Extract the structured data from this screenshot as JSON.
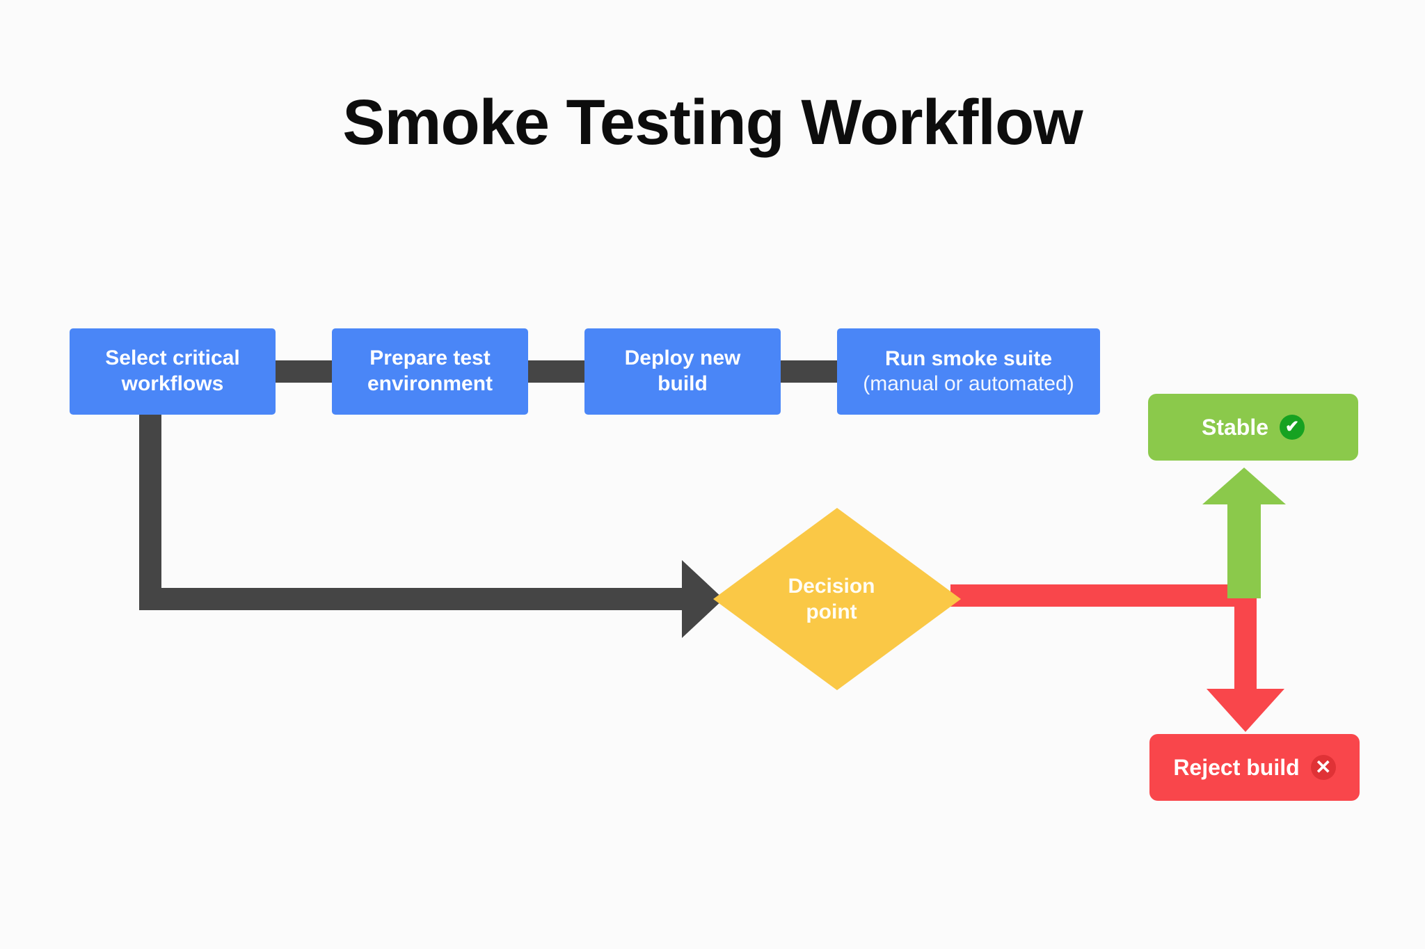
{
  "title": "Smoke Testing Workflow",
  "background_color": "#fbfbfb",
  "colors": {
    "process_blue": "#4a86f7",
    "connector_gray": "#454545",
    "decision_amber": "#fac846",
    "success_green": "#8bc94b",
    "success_badge_green": "#16a221",
    "failure_red": "#f9464b",
    "failure_badge_red": "#e03236",
    "node_text": "#ffffff",
    "title_text": "#0d0d0d"
  },
  "process_steps": [
    {
      "id": "select-critical-workflows",
      "label": "Select critical workflows",
      "line1": "Select critical",
      "line2": "workflows",
      "sub": ""
    },
    {
      "id": "prepare-test-environment",
      "label": "Prepare test environment",
      "line1": "Prepare test",
      "line2": "environment",
      "sub": ""
    },
    {
      "id": "deploy-new-build",
      "label": "Deploy new build",
      "line1": "Deploy new",
      "line2": "build",
      "sub": ""
    },
    {
      "id": "run-smoke-suite",
      "label": "Run smoke suite",
      "line1": "Run smoke suite",
      "line2": "",
      "sub": "(manual or automated)"
    }
  ],
  "decision": {
    "id": "decision-point",
    "line1": "Decision",
    "line2": "point",
    "label": "Decision point"
  },
  "outcomes": [
    {
      "id": "stable",
      "label": "Stable",
      "badge_icon": "check-circle-icon",
      "badge_glyph": "✔",
      "branch": "pass",
      "color": "#8bc94b"
    },
    {
      "id": "reject-build",
      "label": "Reject build",
      "badge_icon": "cross-circle-icon",
      "badge_glyph": "✕",
      "branch": "fail",
      "color": "#f9464b"
    }
  ],
  "connectors": [
    {
      "id": "step1-to-step2",
      "icon": "right-arrow-icon",
      "color": "#454545"
    },
    {
      "id": "step2-to-step3",
      "icon": "right-arrow-icon",
      "color": "#454545"
    },
    {
      "id": "step3-to-step4",
      "icon": "right-arrow-icon",
      "color": "#454545"
    },
    {
      "id": "step1-to-decision",
      "icon": "elbow-right-arrow-icon",
      "color": "#454545"
    },
    {
      "id": "decision-to-stable",
      "icon": "up-arrow-icon",
      "color": "#8bc94b"
    },
    {
      "id": "decision-to-reject",
      "icon": "down-arrow-icon",
      "color": "#f9464b"
    }
  ]
}
